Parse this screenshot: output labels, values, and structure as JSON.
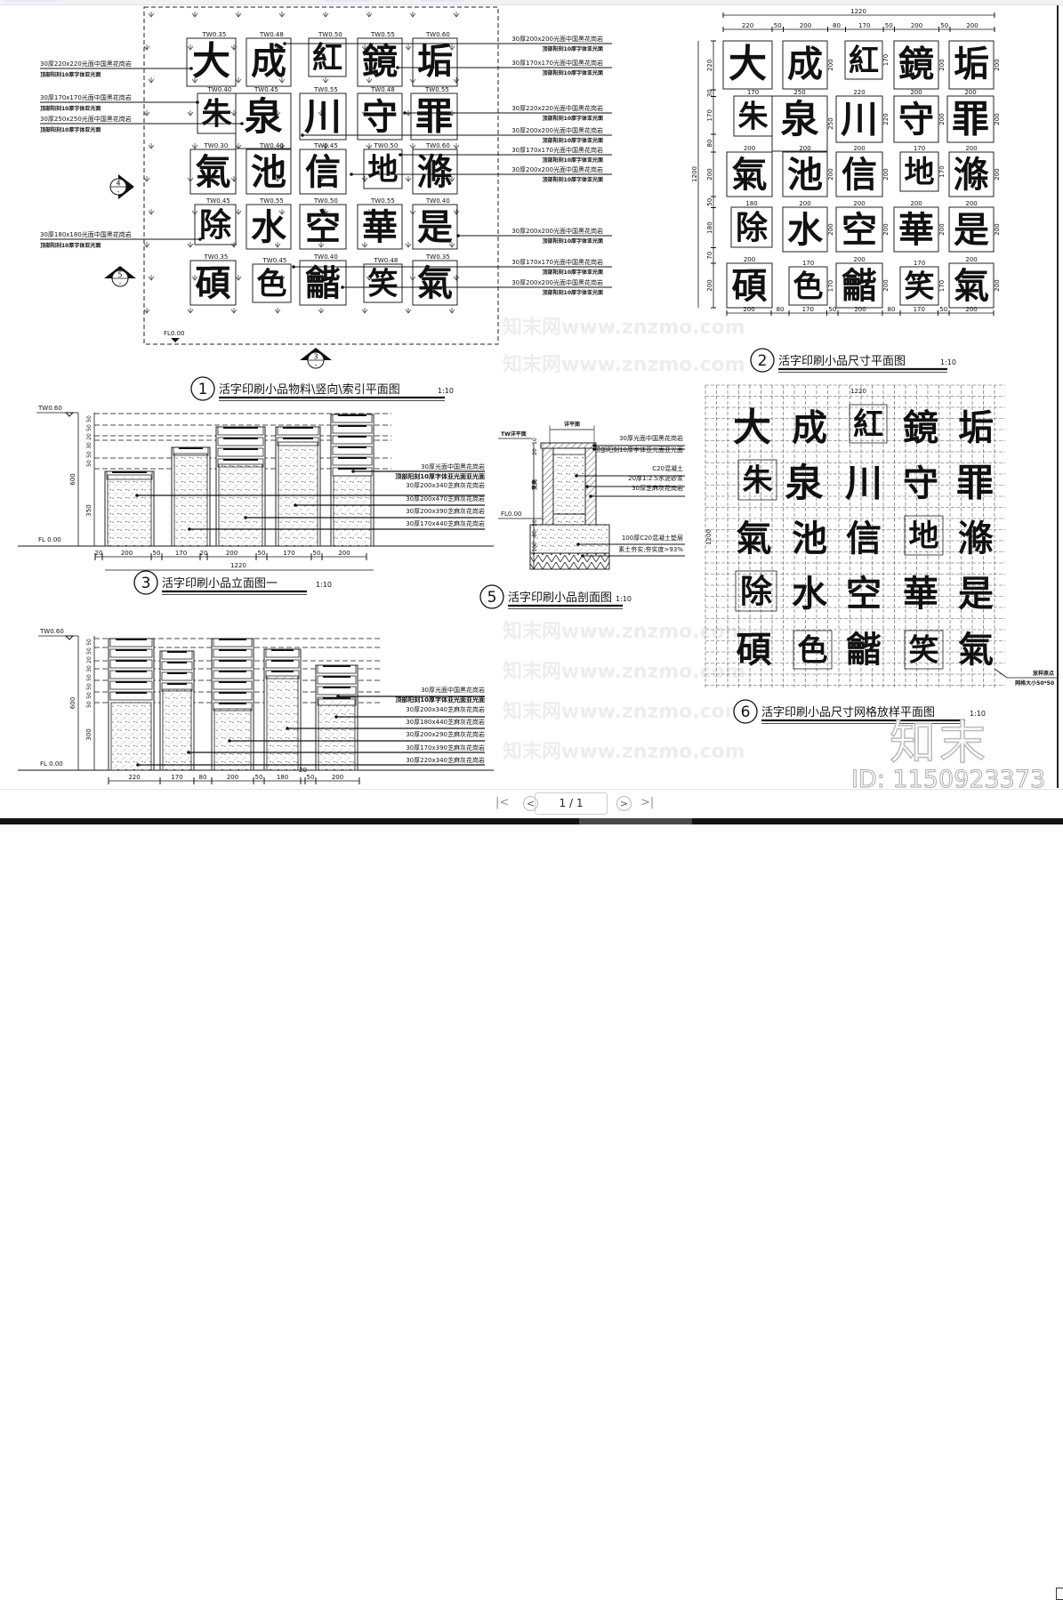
{
  "viewer": {
    "page_indicator": "1 / 1",
    "nav_icons": [
      "first-page-icon",
      "previous-page-icon",
      "next-page-icon",
      "last-page-icon"
    ],
    "first_glyph": "|<",
    "prev_glyph": "<",
    "next_glyph": ">",
    "last_glyph": ">|"
  },
  "watermark": {
    "site": "知末网www.znzmo.com",
    "brand": "知末",
    "id": "ID: 1150923373"
  },
  "characters": [
    "大",
    "成",
    "紅",
    "鏡",
    "垢",
    "朱",
    "泉",
    "川",
    "守",
    "罪",
    "氣",
    "池",
    "信",
    "地",
    "滌",
    "除",
    "水",
    "空",
    "華",
    "是",
    "碩",
    "色",
    "龤",
    "笑",
    "氣"
  ],
  "plan1": {
    "number": "1",
    "title": "活字印刷小品物料\\竖向\\索引平面图",
    "scale": "1:10",
    "fl": "FL0.00",
    "tw": [
      "TW0.35",
      "TW0.48",
      "TW0.50",
      "TW0.55",
      "TW0.60",
      "TW0.40",
      "TW0.45",
      "TW0.55",
      "TW0.48",
      "TW0.55",
      "TW0.30",
      "TW0.40",
      "TW0.45",
      "TW0.50",
      "TW0.60",
      "TW0.45",
      "TW0.55",
      "TW0.50",
      "TW0.55",
      "TW0.40",
      "TW0.35",
      "TW0.45",
      "TW0.40",
      "TW0.48",
      "TW0.35"
    ],
    "section_markers": [
      {
        "num": "4",
        "sub": "-"
      },
      {
        "num": "5",
        "sub": "-"
      },
      {
        "num": "3",
        "sub": "-"
      }
    ],
    "left_labels": [
      {
        "top": "30厚220x220光面中国黑花岗岩",
        "bottom": "顶部阳刻10厚字体亚光面"
      },
      {
        "top": "30厚170x170光面中国黑花岗岩",
        "bottom": "顶部阳刻10厚字体亚光面"
      },
      {
        "top": "30厚250x250光面中国黑花岗岩",
        "bottom": "顶部阳刻10厚字体亚光面"
      },
      {
        "top": "30厚180x180光面中国黑花岗岩",
        "bottom": "顶部阳刻10厚字体亚光面"
      }
    ],
    "right_labels": [
      {
        "top": "30厚200x200光面中国黑花岗岩",
        "bottom": "顶部阳刻10厚字体亚光面"
      },
      {
        "top": "30厚170x170光面中国黑花岗岩",
        "bottom": "顶部阳刻10厚字体亚光面"
      },
      {
        "top": "30厚220x220光面中国黑花岗岩",
        "bottom": "顶部阳刻10厚字体亚光面"
      },
      {
        "top": "30厚200x200光面中国黑花岗岩",
        "bottom": "顶部阳刻10厚字体亚光面"
      },
      {
        "top": "30厚170x170光面中国黑花岗岩",
        "bottom": "顶部阳刻10厚字体亚光面"
      },
      {
        "top": "30厚200x200光面中国黑花岗岩",
        "bottom": "顶部阳刻10厚字体亚光面"
      },
      {
        "top": "30厚200x200光面中国黑花岗岩",
        "bottom": "顶部阳刻10厚字体亚光面"
      },
      {
        "top": "30厚170x170光面中国黑花岗岩",
        "bottom": "顶部阳刻10厚字体亚光面"
      },
      {
        "top": "30厚200x200光面中国黑花岗岩",
        "bottom": "顶部阳刻10厚字体亚光面"
      }
    ]
  },
  "plan2": {
    "number": "2",
    "title": "活字印刷小品尺寸平面图",
    "scale": "1:10",
    "total_width": "1220",
    "total_height": "1200",
    "top_dims": [
      "220",
      "50",
      "200",
      "80",
      "170",
      "50",
      "200",
      "50",
      "200"
    ],
    "bottom_dims": [
      "200",
      "80",
      "170",
      "50",
      "200",
      "80",
      "170",
      "50",
      "200"
    ],
    "left_dims": [
      "220",
      "30",
      "170",
      "80",
      "200",
      "50",
      "180",
      "70",
      "200"
    ],
    "glyph_sizes": [
      "220",
      "200",
      "170",
      "200",
      "200",
      "170",
      "250",
      "220",
      "200",
      "200",
      "200",
      "200",
      "200",
      "170",
      "200",
      "180",
      "200",
      "200",
      "200",
      "200",
      "200",
      "170",
      "200",
      "170",
      "200"
    ]
  },
  "elevation3": {
    "number": "3",
    "title": "活字印刷小品立面图一",
    "scale": "1:10",
    "tw": "TW0.60",
    "fl": "FL 0.00",
    "height_dims": [
      "600",
      "350"
    ],
    "small_dims": [
      "50",
      "50",
      "20",
      "30",
      "50",
      "50"
    ],
    "bottom_dims": [
      "20",
      "200",
      "50",
      "170",
      "20",
      "200",
      "50",
      "170",
      "50",
      "200"
    ],
    "total": "1220",
    "labels": [
      "30厚光面中国黑花岗岩",
      "顶部阳刻10厚字体亚光面亚光面",
      "30厚200x340芝麻灰花岗岩",
      "30厚200x470芝麻灰花岗岩",
      "30厚200x390芝麻灰花岗岩",
      "30厚170x440芝麻灰花岗岩"
    ]
  },
  "elevation4": {
    "tw": "TW0.60",
    "fl": "FL 0.00",
    "height_dims": [
      "600",
      "300"
    ],
    "small_dims": [
      "50",
      "50",
      "20",
      "30",
      "50",
      "50",
      "50",
      "50"
    ],
    "bottom_dims": [
      "220",
      "170",
      "80",
      "200",
      "50",
      "180",
      "20",
      "50",
      "200"
    ],
    "labels": [
      "30厚光面中国黑花岗岩",
      "顶部阳刻10厚字体亚光面亚光面",
      "30厚200x340芝麻灰花岗岩",
      "30厚180x440芝麻灰花岗岩",
      "30厚200x290芝麻灰花岗岩",
      "30厚170x390芝麻灰花岗岩",
      "30厚220x340芝麻灰花岗岩"
    ]
  },
  "section5": {
    "number": "5",
    "title": "活字印刷小品剖面图",
    "scale": "1:10",
    "tw": "TW详平面",
    "top_dim": "详平面",
    "variable": "变高",
    "fl": "FL0.00",
    "dims": [
      "20",
      "10",
      "20",
      "80",
      "100"
    ],
    "labels": [
      "30厚光面中国黑花岗岩",
      "顶部阳刻10厚字体亚光面亚光面",
      "C20混凝土",
      "20厚1:2.5水泥砂浆",
      "30厚芝麻灰花岗岩",
      "100厚C20混凝土垫层",
      "素土夯实;夯实度>93%"
    ]
  },
  "plan6": {
    "number": "6",
    "title": "活字印刷小品尺寸网格放样平面图",
    "scale": "1:10",
    "total_width": "1220",
    "total_height": "1200",
    "origin_label": "放样原点",
    "grid_label": "网格大小50*50"
  }
}
